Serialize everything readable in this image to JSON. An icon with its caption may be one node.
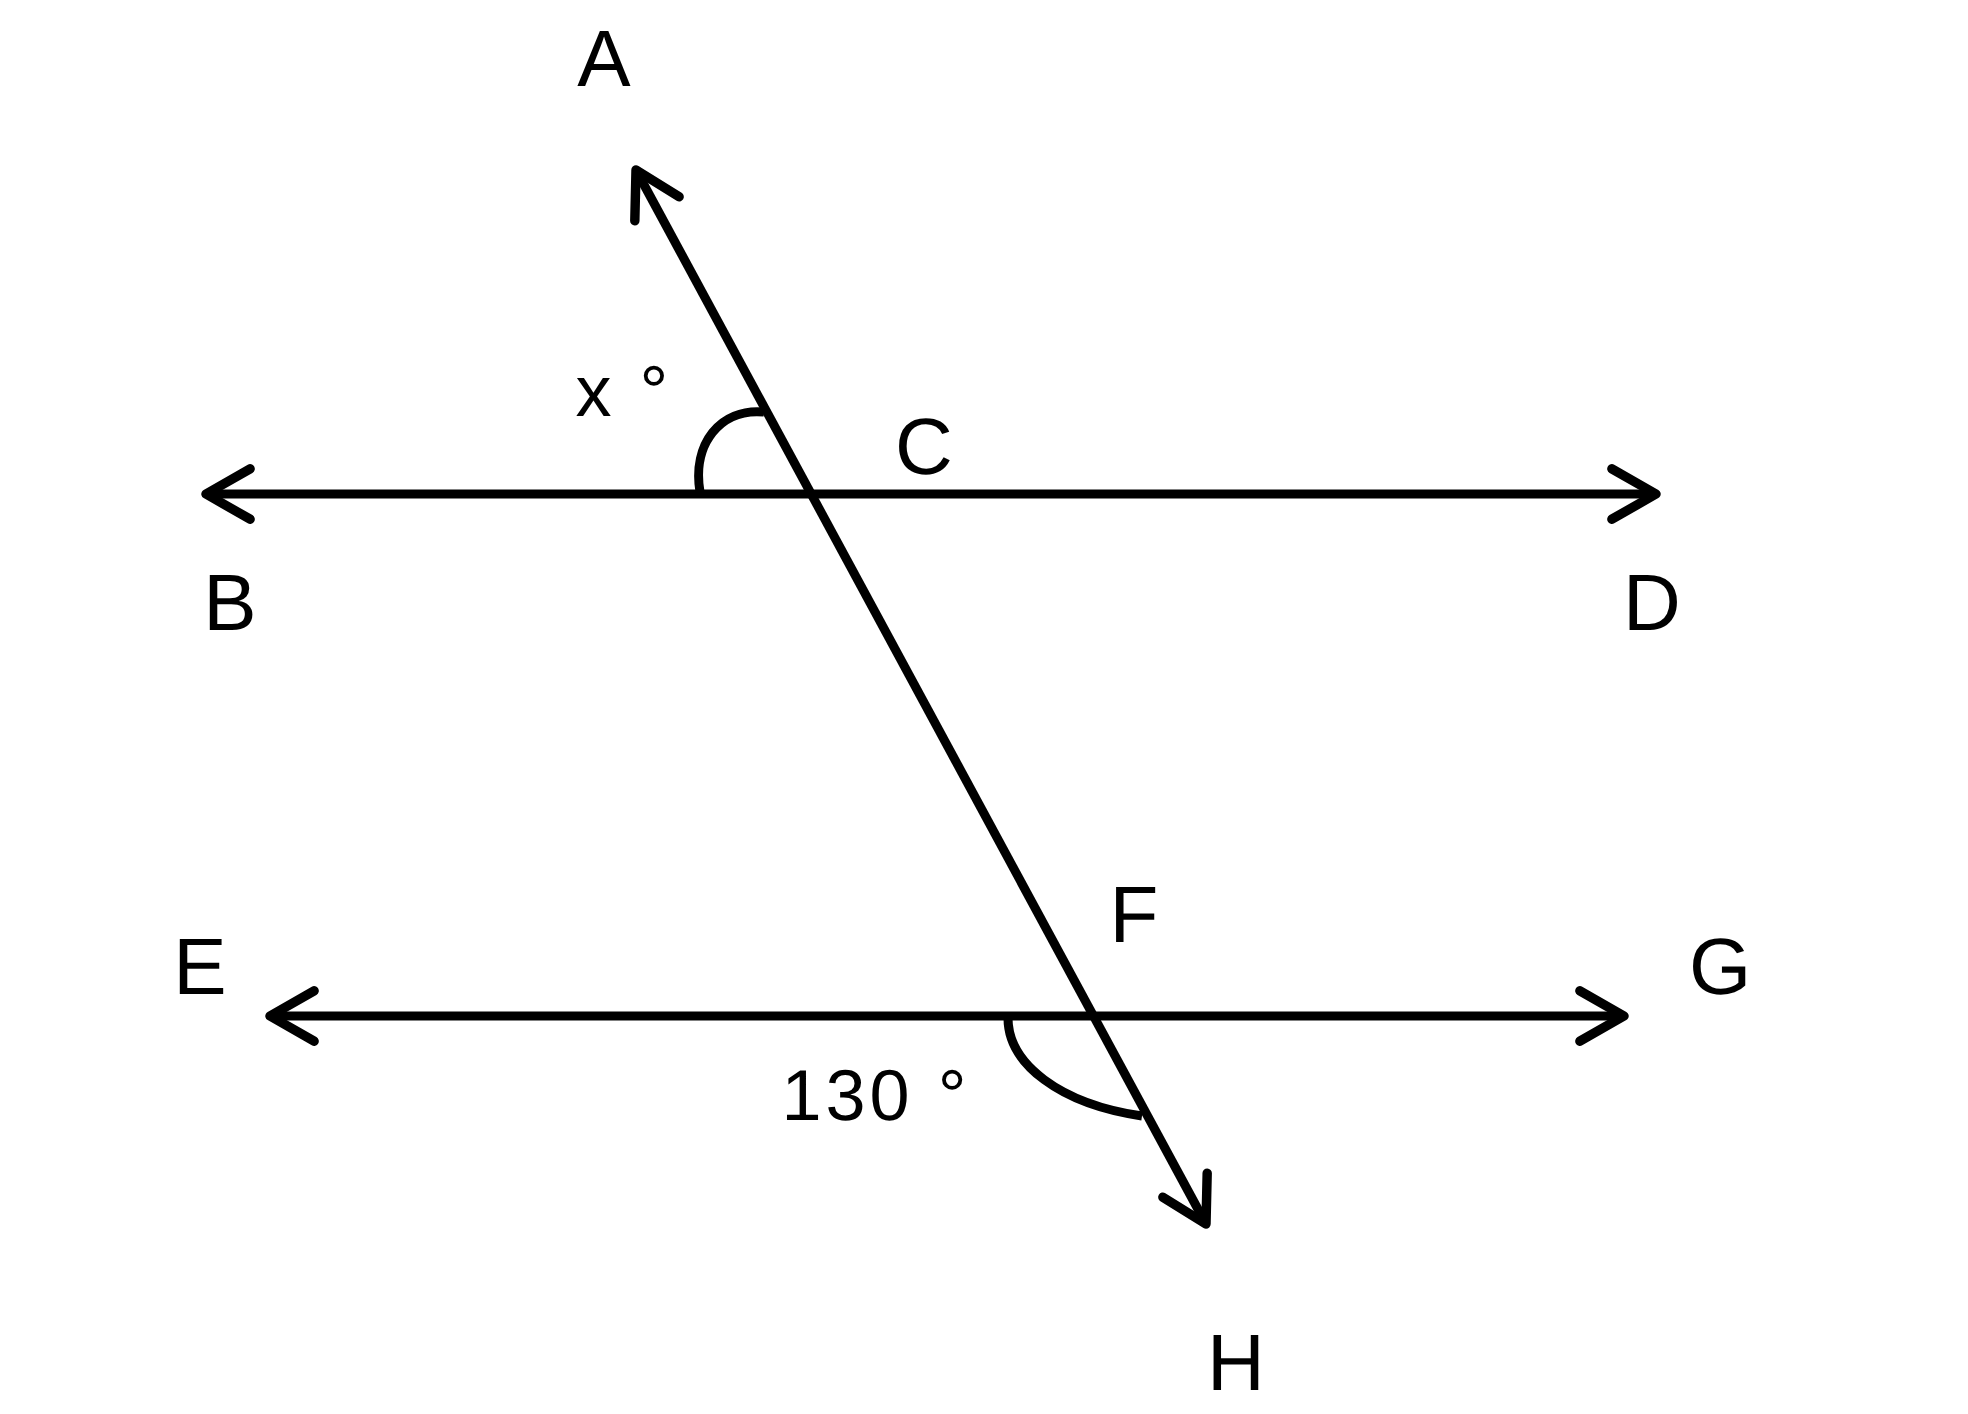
{
  "diagram": {
    "nodes": [
      {
        "text": [
          "A"
        ]
      },
      {
        "text": [
          "B"
        ]
      },
      {
        "text": [
          "C"
        ]
      },
      {
        "text": [
          "D"
        ]
      },
      {
        "text": [
          "E"
        ]
      },
      {
        "text": [
          "F"
        ]
      },
      {
        "text": [
          "G"
        ]
      },
      {
        "text": [
          "H"
        ]
      }
    ],
    "edges": [
      {
        "from": 1,
        "to": 3,
        "arrow": "both"
      },
      {
        "from": 4,
        "to": 6,
        "arrow": "both"
      },
      {
        "from": 0,
        "to": 7,
        "arrow": "both"
      }
    ],
    "labels": [
      "x °",
      "130 °"
    ]
  }
}
